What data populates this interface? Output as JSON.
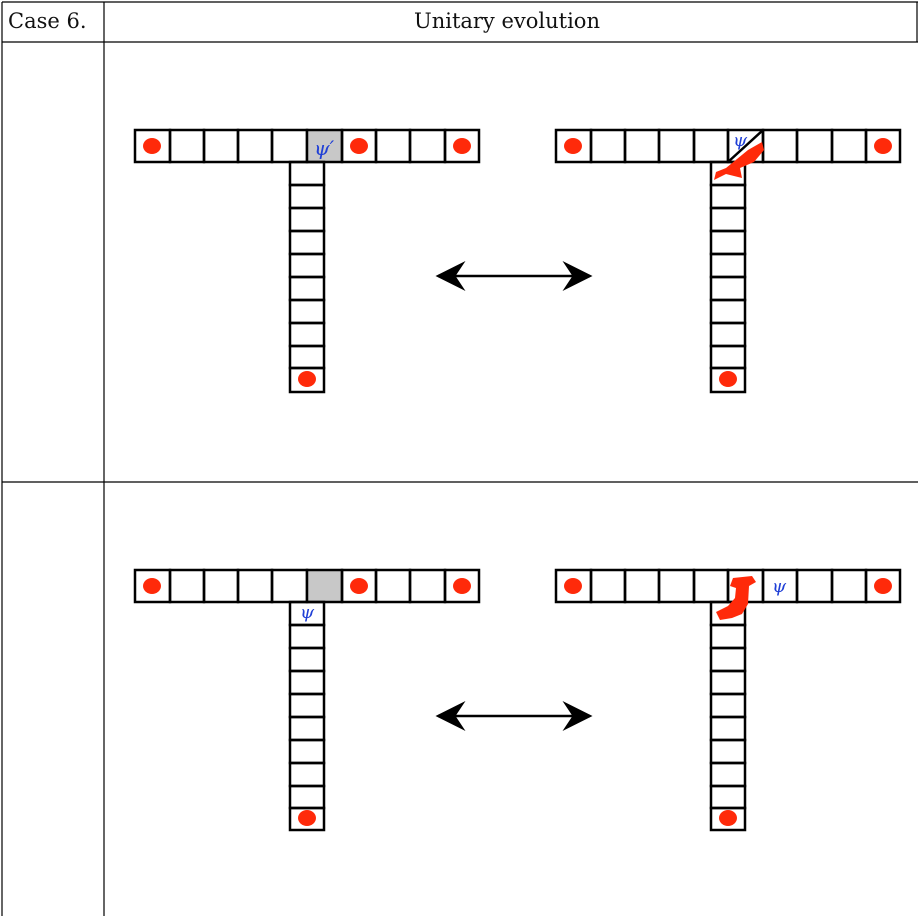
{
  "header": {
    "case_label": "Case 6.",
    "title": "Unitary evolution"
  },
  "symbols": {
    "psi_prime": "ψ′",
    "psi": "ψ"
  },
  "colors": {
    "particle": "#ff2a0a",
    "highlight_cell": "#c8c8c8",
    "psi_text": "#1f3fd6",
    "grid_line": "#000000"
  }
}
